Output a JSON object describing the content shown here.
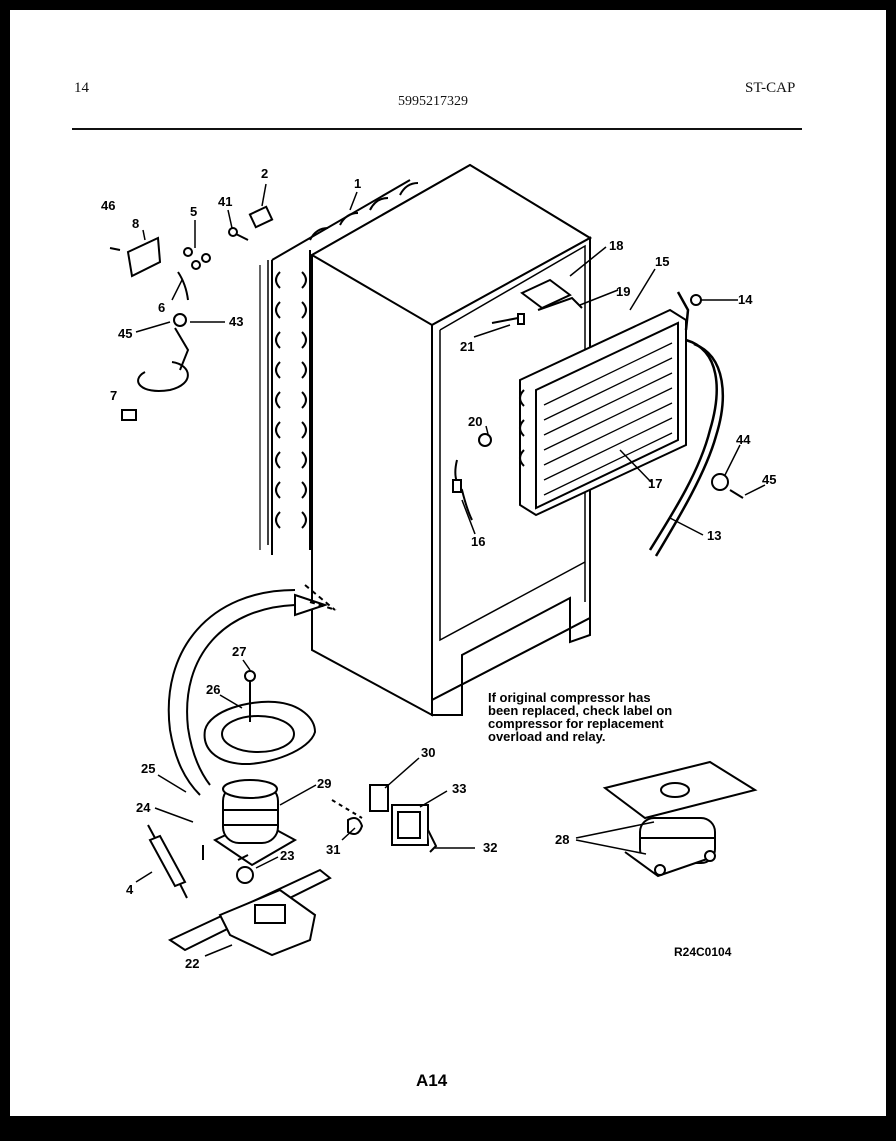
{
  "header": {
    "page_number": "14",
    "document_number": "5995217329",
    "section_code": "ST-CAP"
  },
  "diagram": {
    "callouts": [
      "1",
      "2",
      "41",
      "5",
      "46",
      "8",
      "6",
      "43",
      "45",
      "7",
      "18",
      "15",
      "19",
      "14",
      "21",
      "20",
      "16",
      "17",
      "13",
      "44",
      "45",
      "27",
      "26",
      "25",
      "24",
      "29",
      "4",
      "23",
      "22",
      "30",
      "33",
      "31",
      "32",
      "28"
    ],
    "note": [
      "If original compressor has",
      "been replaced, check label on",
      "compressor for replacement",
      "overload and relay."
    ],
    "drawing_ref": "R24C0104"
  },
  "footer": {
    "page_label": "A14"
  }
}
